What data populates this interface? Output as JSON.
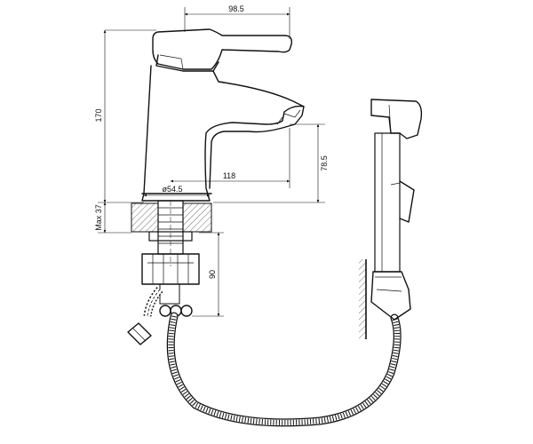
{
  "dimensions": {
    "handle_width": "98.5",
    "total_height": "170",
    "spout_height": "78.5",
    "spout_reach": "118",
    "base_diameter": "ø54.5",
    "max_thickness": "Max 37",
    "connector_length": "90"
  },
  "colors": {
    "line": "#111111",
    "background": "#ffffff"
  }
}
